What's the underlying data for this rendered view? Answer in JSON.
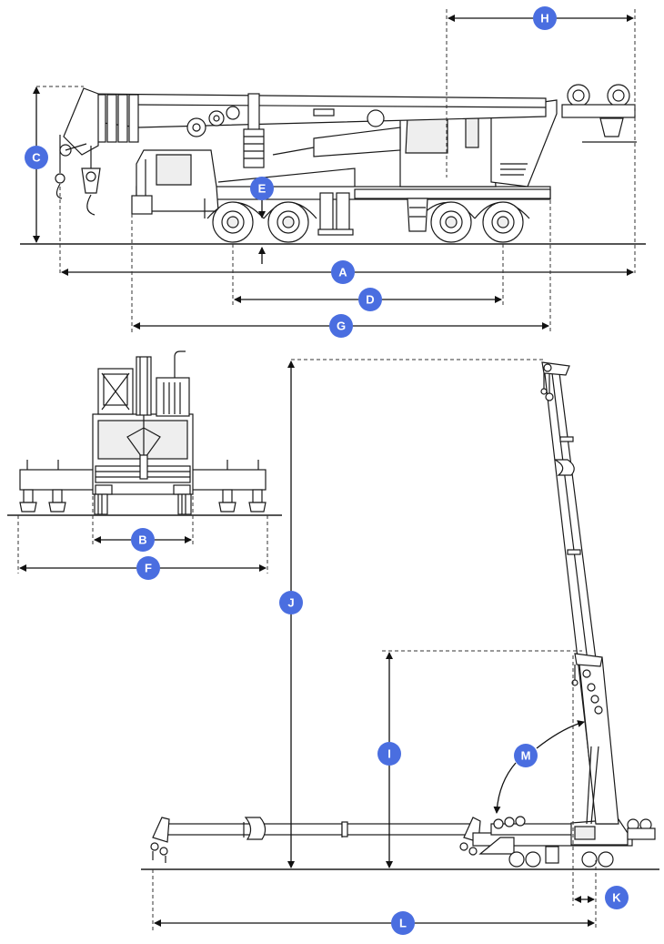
{
  "markers": [
    {
      "id": "A",
      "label": "A"
    },
    {
      "id": "B",
      "label": "B"
    },
    {
      "id": "C",
      "label": "C"
    },
    {
      "id": "D",
      "label": "D"
    },
    {
      "id": "E",
      "label": "E"
    },
    {
      "id": "F",
      "label": "F"
    },
    {
      "id": "G",
      "label": "G"
    },
    {
      "id": "H",
      "label": "H"
    },
    {
      "id": "I",
      "label": "I"
    },
    {
      "id": "J",
      "label": "J"
    },
    {
      "id": "K",
      "label": "K"
    },
    {
      "id": "L",
      "label": "L"
    },
    {
      "id": "M",
      "label": "M"
    }
  ],
  "colors": {
    "marker": "#4a6ee0",
    "line": "#1a1a1a",
    "cab_glass": "#eeeeee"
  }
}
